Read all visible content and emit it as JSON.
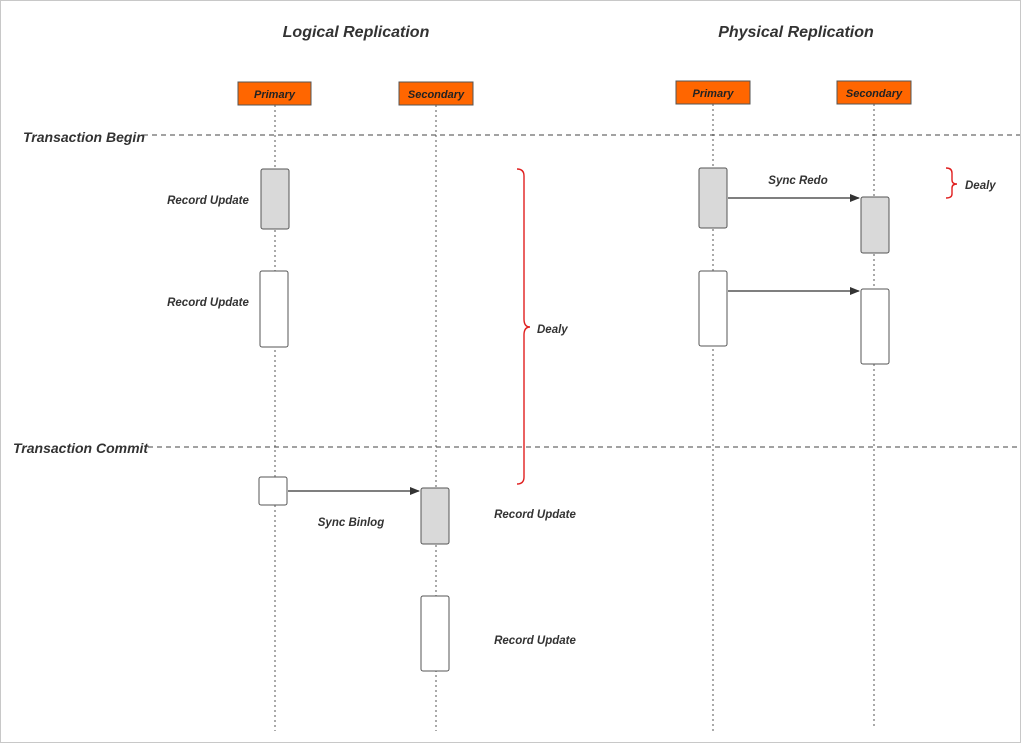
{
  "diagram": {
    "logical": {
      "title": "Logical Replication",
      "primary": "Primary",
      "secondary": "Secondary",
      "record_update_1": "Record Update",
      "record_update_2": "Record Update",
      "sync_label": "Sync Binlog",
      "record_update_3": "Record Update",
      "record_update_4": "Record Update",
      "delay_label": "Dealy"
    },
    "physical": {
      "title": "Physical Replication",
      "primary": "Primary",
      "secondary": "Secondary",
      "sync_label": "Sync Redo",
      "delay_label": "Dealy"
    },
    "phases": {
      "begin": "Transaction Begin",
      "commit": "Transaction Commit"
    },
    "colors": {
      "actor_fill": "#ff6600",
      "brace": "#e02020",
      "activation_filled": "#d9d9d9",
      "activation_empty": "#ffffff",
      "line": "#333333"
    }
  }
}
